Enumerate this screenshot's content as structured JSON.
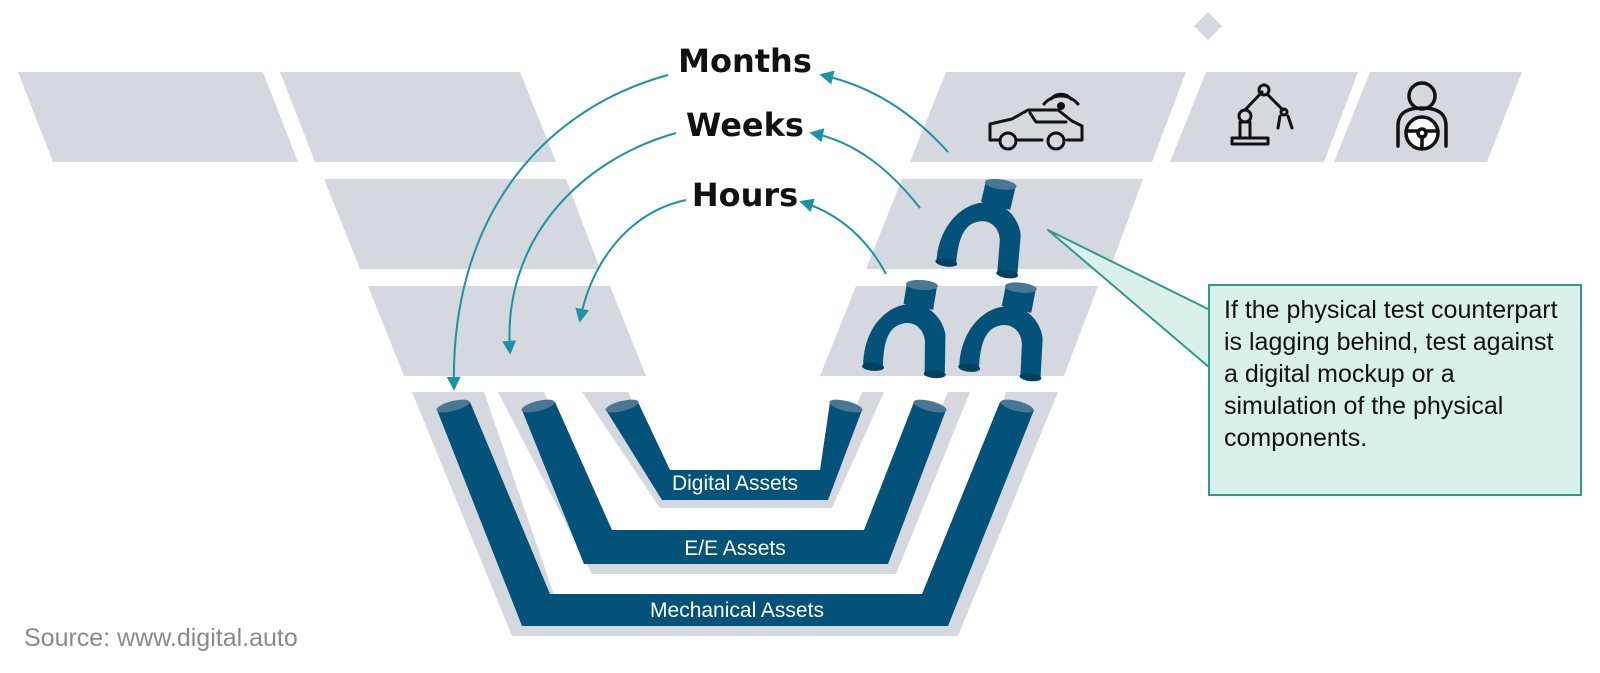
{
  "time_scales": {
    "months": "Months",
    "weeks": "Weeks",
    "hours": "Hours"
  },
  "asset_layers": {
    "digital": "Digital Assets",
    "ee": "E/E Assets",
    "mechanical": "Mechanical Assets"
  },
  "callout": {
    "text": "If the physical test counterpart is lagging behind, test against a digital mockup or a simulation of the physical components."
  },
  "source": "Source: www.digital.auto",
  "icons": [
    "connected-car-icon",
    "robot-arm-icon",
    "driver-steering-wheel-icon",
    "pipe-fitting-icon"
  ],
  "colors": {
    "band_gray": "#d5d8de",
    "pipe_blue": "#03527a",
    "arrow_teal": "#1a93a6",
    "callout_fill": "#d9f1ea",
    "callout_border": "#2e9a8a"
  }
}
